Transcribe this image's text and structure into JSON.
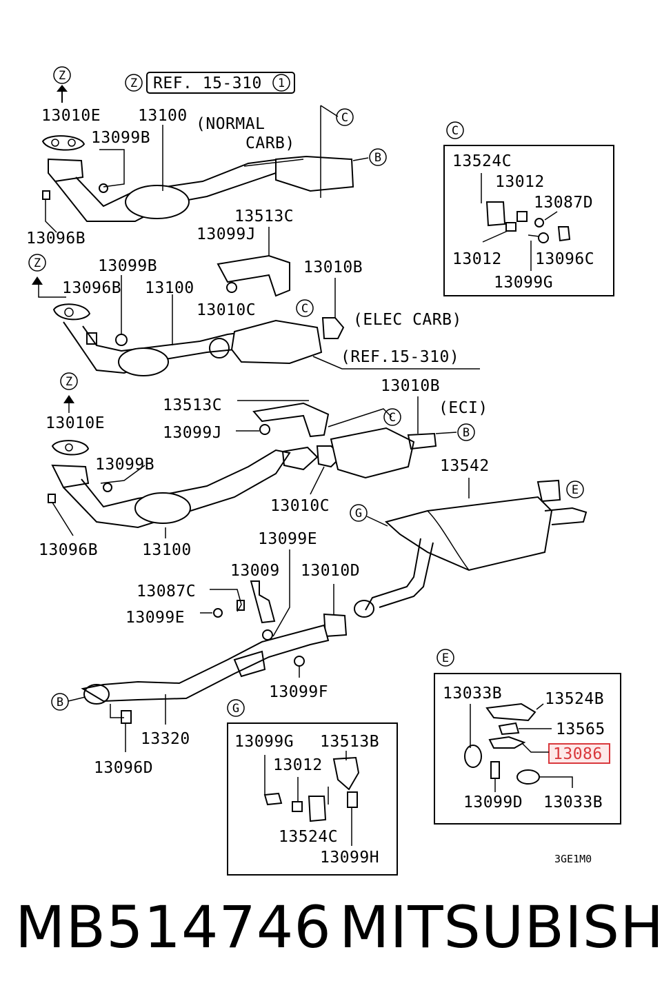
{
  "diagram": {
    "ref_header": {
      "circle": "Z",
      "text": "REF. 15-310",
      "num": "1"
    },
    "labels": {
      "l13010E_a": "13010E",
      "l13099B_a": "13099B",
      "l13100_a": "13100",
      "lNormal1": "(NORMAL",
      "lNormal2": "CARB)",
      "l13096B_a": "13096B",
      "l13513C_a": "13513C",
      "l13099J_a": "13099J",
      "l13099B_b": "13099B",
      "l13096B_b": "13096B",
      "l13100_b": "13100",
      "l13010B_a": "13010B",
      "l13010C_a": "13010C",
      "lElec": "(ELEC CARB)",
      "lRef2": "(REF.15-310)",
      "l13010E_b": "13010E",
      "l13513C_b": "13513C",
      "l13099J_b": "13099J",
      "l13010B_b": "13010B",
      "lEci": "(ECI)",
      "l13099B_c": "13099B",
      "l13542": "13542",
      "l13010C_b": "13010C",
      "l13096B_c": "13096B",
      "l13100_c": "13100",
      "l13099E_a": "13099E",
      "l13009": "13009",
      "l13010D": "13010D",
      "l13087C": "13087C",
      "l13099E_b": "13099E",
      "l13099F": "13099F",
      "l13320": "13320",
      "l13096D": "13096D",
      "c13524C": "13524C",
      "c13012_a": "13012",
      "c13087D": "13087D",
      "c13012_b": "13012",
      "c13096C": "13096C",
      "c13099G": "13099G",
      "g13099G": "13099G",
      "g13513B": "13513B",
      "g13012": "13012",
      "g13524C": "13524C",
      "g13099H": "13099H",
      "e13033B_a": "13033B",
      "e13524B": "13524B",
      "e13565": "13565",
      "e13086": "13086",
      "e13099D": "13099D",
      "e13033B_b": "13033B",
      "code": "3GE1M0"
    },
    "circles": {
      "z1": "Z",
      "z2": "Z",
      "z3": "Z",
      "c1": "C",
      "c2": "C",
      "c3": "C",
      "b1": "B",
      "b2": "B",
      "b3": "B",
      "e1": "E",
      "g1": "G",
      "boxC": "C",
      "boxG": "G",
      "boxE": "E"
    },
    "highlight_color": "#d9373b"
  },
  "footer": {
    "part_number": "MB514746",
    "brand": "MITSUBISHI"
  }
}
